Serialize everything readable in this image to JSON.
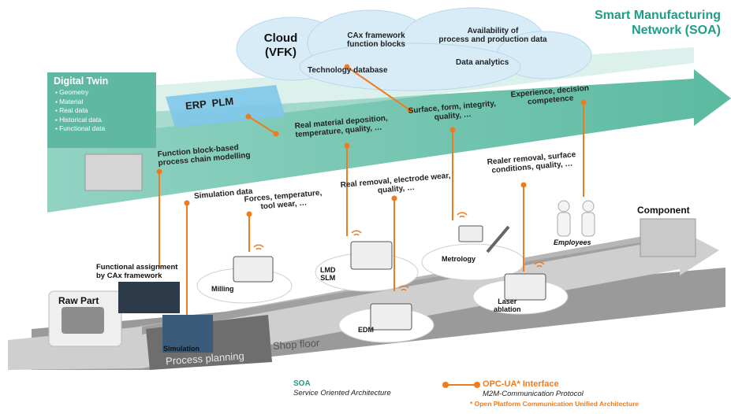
{
  "title": {
    "line1": "Smart Manufacturing",
    "line2": "Network (SOA)"
  },
  "cloud": {
    "name_line1": "Cloud",
    "name_line2": "(VFK)",
    "items": [
      "CAx framework",
      "function blocks",
      "Technology database",
      "Availability of",
      "process and production data",
      "Data analytics"
    ]
  },
  "erp_plm": "ERP  PLM",
  "digital_twin": {
    "title": "Digital Twin",
    "items": [
      "Geometry",
      "Material",
      "Real data",
      "Historical data",
      "Functional data"
    ]
  },
  "arrow_labels": {
    "function_block": [
      "Function block-based",
      "process chain modelling"
    ],
    "real_material": [
      "Real material deposition,",
      "temperature, quality, …"
    ],
    "surface": [
      "Surface, form, integrity,",
      "quality, …"
    ],
    "experience": [
      "Experience, decision",
      "competence"
    ],
    "simulation_data": "Simulation data",
    "forces": [
      "Forces, temperature,",
      "tool wear, …"
    ],
    "real_removal_edm": [
      "Real removal, electrode wear,",
      "quality, …"
    ],
    "realer_removal": [
      "Realer removal, surface",
      "conditions, quality, …"
    ]
  },
  "floor": {
    "component": "Component",
    "raw_part": "Raw Part",
    "functional_assignment": [
      "Functional assignment",
      "by CAx framework"
    ],
    "simulation": "Simulation",
    "process_planning": "Process planning",
    "shop_floor": "Shop floor",
    "employees": "Employees"
  },
  "machines": {
    "milling": "Milling",
    "lmd_slm": [
      "LMD",
      "SLM"
    ],
    "metrology": "Metrology",
    "edm": "EDM",
    "laser": [
      "Laser",
      "ablation"
    ]
  },
  "legend": {
    "soa_title": "SOA",
    "soa_desc": "Service Oriented Architecture",
    "opc_title": "OPC-UA* Interface",
    "opc_desc": "M2M-Communication Protocol",
    "footnote": "* Open Platform Communication Unified Architecture"
  },
  "colors": {
    "accent_green": "#1f9d86",
    "accent_orange": "#f07b1d",
    "arrow_teal": "#7fcbb8",
    "cloud_blue": "#cfe8f7"
  }
}
